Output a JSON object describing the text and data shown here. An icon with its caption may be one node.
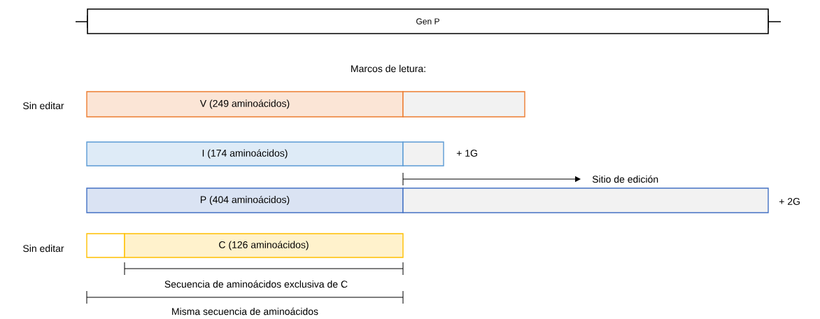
{
  "diagram": {
    "nodes": [
      {
        "text": [
          "Gen P"
        ]
      },
      {
        "text": [
          "V (249 aminoácidos)"
        ]
      },
      {
        "text": [],
        "shape": "box"
      },
      {
        "text": [
          "I (174 aminoácidos)"
        ]
      },
      {
        "text": [],
        "shape": "box"
      },
      {
        "text": [
          "P (404 aminoácidos)"
        ]
      },
      {
        "text": [],
        "shape": "box"
      },
      {
        "text": [],
        "shape": "box"
      },
      {
        "text": [
          "C (126 aminoácidos)"
        ]
      }
    ],
    "labels": [
      "Marcos de letura:",
      "Sin editar",
      "+ 1G",
      "Sitio de edición",
      "+ 2G",
      "Sin editar",
      "Secuencia de aminoácidos exclusiva de C",
      "Misma secuencia de aminoácidos"
    ]
  }
}
